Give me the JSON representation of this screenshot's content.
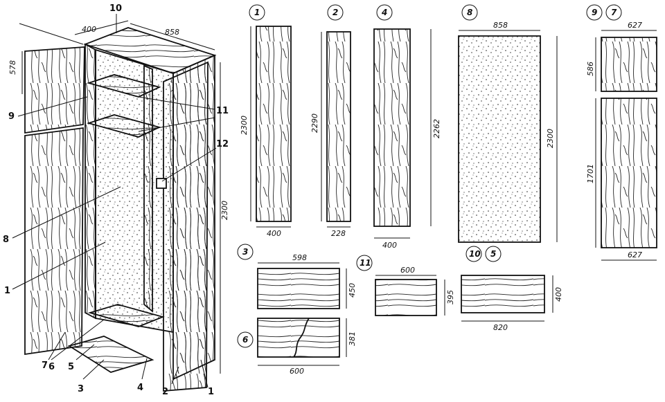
{
  "cabinet": {
    "callouts": [
      "10",
      "9",
      "11",
      "12",
      "8",
      "1",
      "7",
      "6",
      "5",
      "3",
      "4",
      "2",
      "1"
    ],
    "dims": {
      "depth": "400",
      "width": "858",
      "height": "2300",
      "upper_door": "578"
    }
  },
  "parts": [
    {
      "ids": [
        "1"
      ],
      "width": "400",
      "height": "2300"
    },
    {
      "ids": [
        "2"
      ],
      "width": "228",
      "height": "2290"
    },
    {
      "ids": [
        "4"
      ],
      "width": "400",
      "height": "2262"
    },
    {
      "ids": [
        "8"
      ],
      "width": "858",
      "height": "2300"
    },
    {
      "ids": [
        "9",
        "7"
      ],
      "width": "627",
      "width_bottom": "627",
      "height_upper": "586",
      "height_lower": "1701"
    },
    {
      "ids": [
        "3"
      ],
      "width": "598",
      "height": "450"
    },
    {
      "ids": [
        "11"
      ],
      "width": "600",
      "height": "395"
    },
    {
      "ids": [
        "10",
        "5"
      ],
      "width": "820",
      "height": "400"
    },
    {
      "ids": [
        "6"
      ],
      "width": "600",
      "height": "381"
    }
  ]
}
